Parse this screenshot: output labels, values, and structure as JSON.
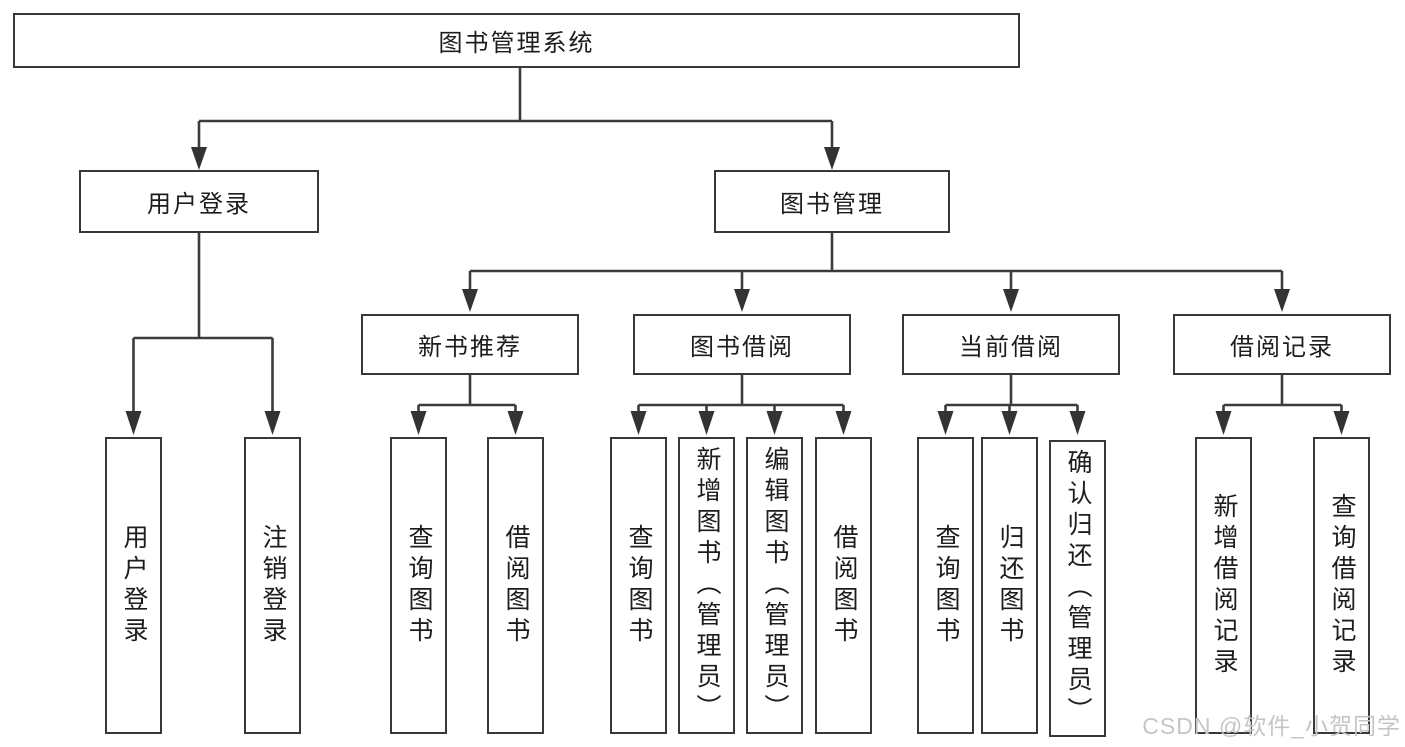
{
  "diagram": {
    "root_label": "图书管理系统",
    "branches": [
      {
        "label": "用户登录",
        "children": [
          "用户登录",
          "注销登录"
        ]
      },
      {
        "label": "图书管理",
        "sections": [
          {
            "label": "新书推荐",
            "children": [
              "查询图书",
              "借阅图书"
            ]
          },
          {
            "label": "图书借阅",
            "children": [
              "查询图书",
              "新增图书（管理员）",
              "编辑图书（管理员）",
              "借阅图书"
            ]
          },
          {
            "label": "当前借阅",
            "children": [
              "查询图书",
              "归还图书",
              "确认归还（管理员）"
            ]
          },
          {
            "label": "借阅记录",
            "children": [
              "新增借阅记录",
              "查询借阅记录"
            ]
          }
        ]
      }
    ]
  },
  "watermark": {
    "text": "CSDN @软件_小贺同学"
  },
  "colors": {
    "background": "#ffffff",
    "box_border": "#383838",
    "line": "#3c3c3c",
    "text": "#1d1d1d",
    "watermark": "#c9c3c7"
  }
}
